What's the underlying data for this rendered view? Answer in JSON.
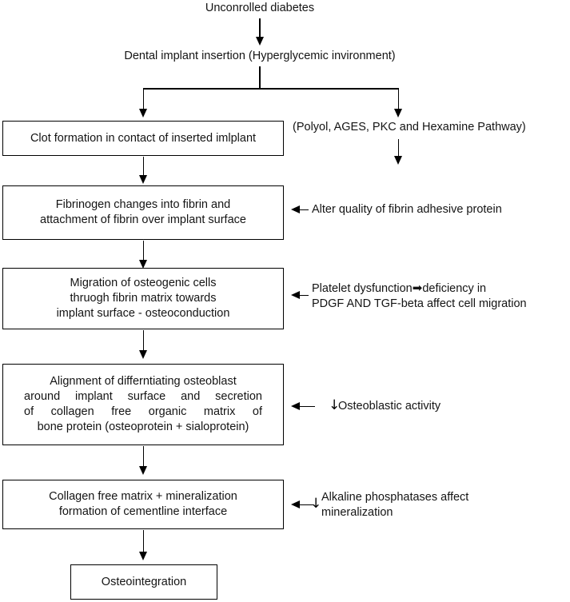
{
  "diagram": {
    "title_nodes": [
      {
        "id": "uncontrolled-diabetes",
        "text": "Unconrolled diabetes"
      },
      {
        "id": "dental-implant-insertion",
        "text": "Dental implant insertion (Hyperglycemic invironment)"
      },
      {
        "id": "pathway-list",
        "text": "(Polyol,   AGES, PKC   and   Hexamine Pathway)"
      }
    ],
    "boxes": [
      {
        "id": "clot-formation",
        "lines": [
          "Clot formation in contact of inserted imlplant"
        ]
      },
      {
        "id": "fibrinogen-changes",
        "lines": [
          "Fibrinogen changes into fibrin and",
          "attachment of fibrin over implant surface"
        ]
      },
      {
        "id": "osteogenic-migration",
        "lines": [
          "Migration of osteogenic cells",
          "thruogh fibrin matrix towards",
          "implant surface - osteoconduction"
        ]
      },
      {
        "id": "osteoblast-alignment",
        "lines": [
          "Alignment of differntiating osteoblast",
          "around implant surface and secretion",
          "of collagen free organic matrix of",
          "bone protein (osteoprotein + sialoprotein)"
        ]
      },
      {
        "id": "collagen-mineralization",
        "lines": [
          "Collagen free matrix + mineralization",
          "formation of cementline interface"
        ]
      },
      {
        "id": "osteointegration",
        "lines": [
          "Osteointegration"
        ]
      }
    ],
    "side_notes": [
      {
        "id": "fibrin-adhesive-protein",
        "lines": [
          "Alter quality of fibrin adhesive protein"
        ],
        "has_down_glyph": false
      },
      {
        "id": "platelet-dysfunction",
        "line1_a": "Platelet  dysfunction",
        "line1_arrow": "➡",
        "line1_b": "deficiency in",
        "line2": "PDGF  AND  TGF-beta  affect  cell migration",
        "has_down_glyph": false
      },
      {
        "id": "osteoblastic-activity",
        "down_glyph": "↓",
        "lines": [
          "Osteoblastic activity"
        ],
        "has_down_glyph": true
      },
      {
        "id": "alkaline-phosphatases",
        "down_glyph": "↓",
        "lines": [
          "Alkaline phosphatases affect",
          "mineralization"
        ],
        "has_down_glyph": true
      }
    ],
    "colors": {
      "stroke": "#000000",
      "text": "#141414",
      "background": "#ffffff"
    }
  }
}
